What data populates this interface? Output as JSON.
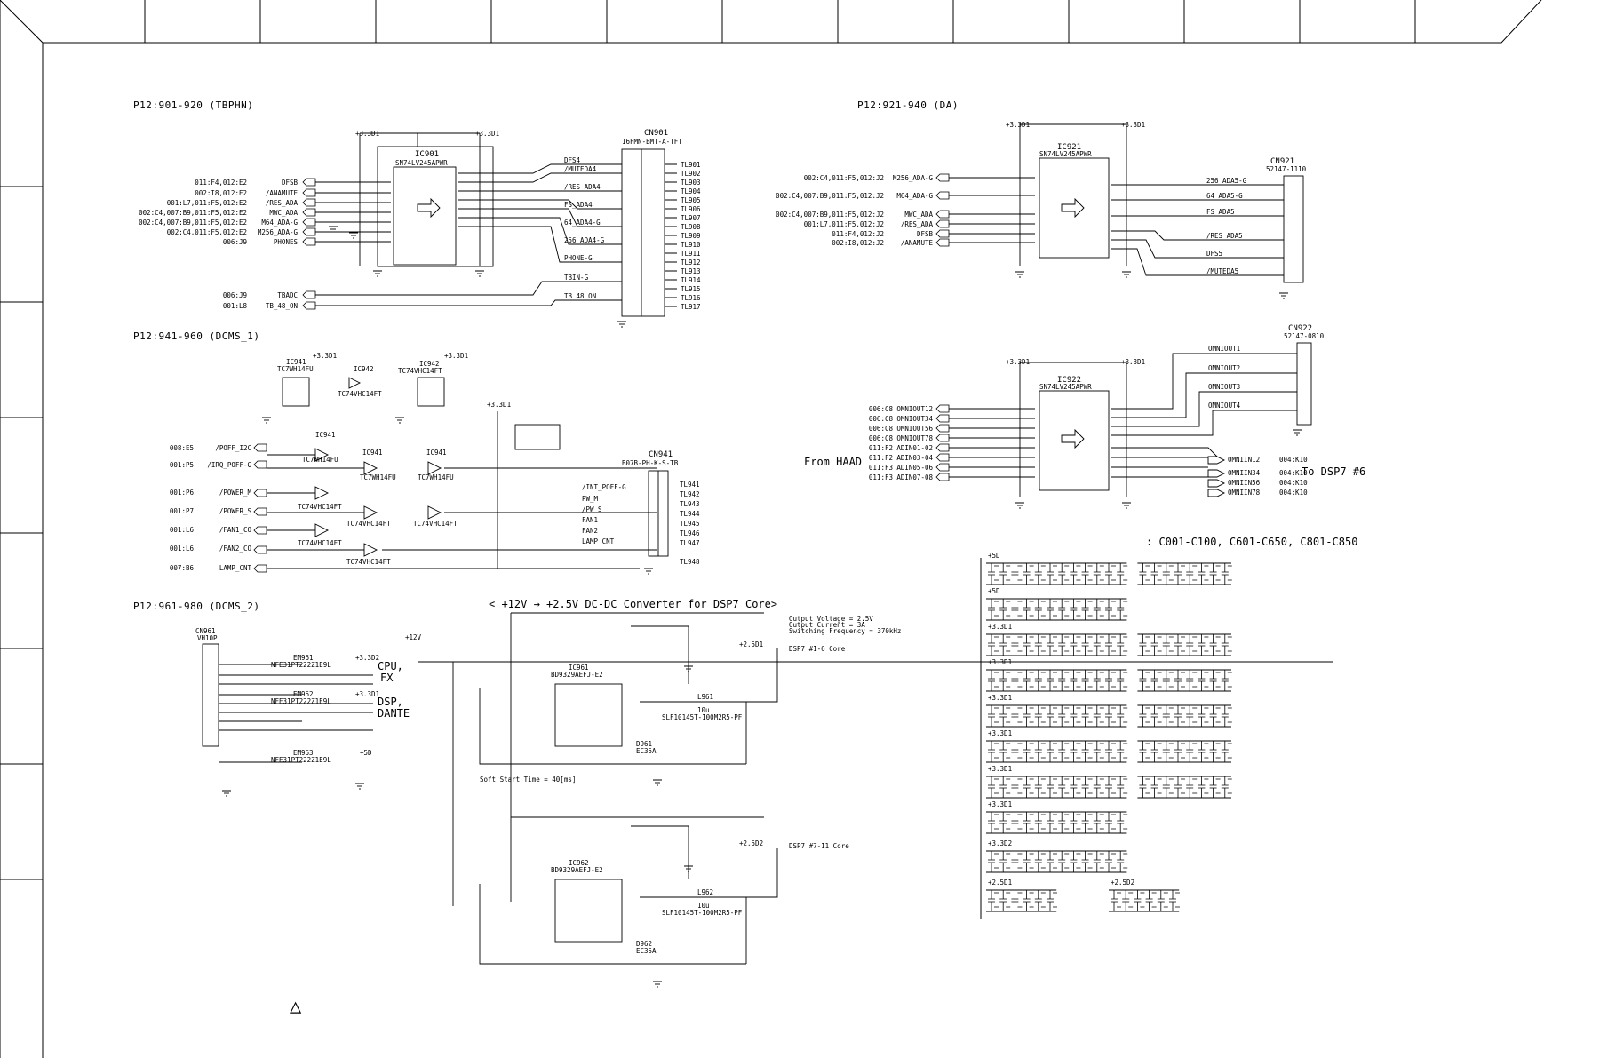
{
  "sections": {
    "s1": "P12:901-920 (TBPHN)",
    "s2": "P12:921-940 (DA)",
    "s3": "P12:941-960 (DCMS_1)",
    "s4": "P12:961-980 (DCMS_2)"
  },
  "dcdc_title": "< +12V → +2.5V DC-DC Converter for DSP7 Core>",
  "dcdc_notes": [
    "Output Voltage = 2.5V",
    "Output Current = 3A",
    "Switching Frequency = 370kHz"
  ],
  "soft_start": "Soft Start Time = 40[ms]",
  "core1": "DSP7 #1-6 Core",
  "core2": "DSP7 #7-11 Core",
  "cap_list": ": C001-C100, C601-C650, C801-C850",
  "from_haad": "From HAAD",
  "to_dsp": "To DSP7 #6",
  "cpu_fx": [
    "CPU,",
    "FX"
  ],
  "dsp_dante": [
    "DSP,",
    "DANTE"
  ],
  "ic901": {
    "ref": "IC901",
    "part": "SN74LV245APWR"
  },
  "ic921": {
    "ref": "IC921",
    "part": "SN74LV245APWR"
  },
  "ic922": {
    "ref": "IC922",
    "part": "SN74LV245APWR"
  },
  "ic961": {
    "ref": "IC961",
    "part": "BD9329AEFJ-E2"
  },
  "ic962": {
    "ref": "IC962",
    "part": "BD9329AEFJ-E2"
  },
  "cn901": {
    "ref": "CN901",
    "part": "16FMN-BMT-A-TFT"
  },
  "cn921": {
    "ref": "CN921",
    "part": "52147-1110"
  },
  "cn922": {
    "ref": "CN922",
    "part": "52147-0810"
  },
  "cn941": {
    "ref": "CN941",
    "part": "B07B-PH-K-S-TB"
  },
  "cn961": {
    "ref": "CN961",
    "part": "VH10P"
  },
  "ic901_inputs": [
    "DFSB",
    "/ANAMUTE",
    "/RES_ADA",
    "MWC_ADA",
    "M64_ADA-G",
    "M256_ADA-G",
    "PHONES"
  ],
  "ic901_sheetrefs": [
    "011:F4,012:E2",
    "002:I8,012:E2",
    "001:L7,011:F5,012:E2",
    "002:C4,007:B9,011:F5,012:E2",
    "002:C4,007:B9,011:F5,012:E2",
    "002:C4,011:F5,012:E2",
    "006:J9"
  ],
  "ic901_outputs": [
    "DFS4",
    "/MUTEDA4",
    "/RES_ADA4",
    "FS_ADA4",
    "64_ADA4-G",
    "256_ADA4-G",
    "PHONE-G"
  ],
  "cn901_extra": [
    "TBIN-G",
    "TB_48_ON"
  ],
  "tb_inputs": [
    "TBADC",
    "TB_48_ON"
  ],
  "tb_refs": [
    "006:J9",
    "001:L8"
  ],
  "tl901": [
    "TL901",
    "TL902",
    "TL903",
    "TL904",
    "TL905",
    "TL906",
    "TL907",
    "TL908",
    "TL909",
    "TL910",
    "TL911",
    "TL912",
    "TL913",
    "TL914",
    "TL915",
    "TL916",
    "TL917"
  ],
  "ic921_inputs": [
    "M256_ADA-G",
    "M64_ADA-G",
    "MWC_ADA",
    "/RES_ADA",
    "DFSB",
    "/ANAMUTE"
  ],
  "ic921_refs": [
    "002:C4,011:F5,012:J2",
    "002:C4,007:B9,011:F5,012:J2",
    "002:C4,007:B9,011:F5,012:J2",
    "001:L7,011:F5,012:J2",
    "011:F4,012:J2",
    "002:I8,012:J2"
  ],
  "ic921_outputs": [
    "256_ADA5-G",
    "64_ADA5-G",
    "FS_ADA5",
    "/RES_ADA5",
    "DFS5",
    "/MUTEDA5"
  ],
  "ic922_inputs": [
    "OMNIOUT12",
    "OMNIOUT34",
    "OMNIOUT56",
    "OMNIOUT78",
    "ADIN01-02",
    "ADIN03-04",
    "ADIN05-06",
    "ADIN07-08"
  ],
  "ic922_refs": [
    "006:C8",
    "006:C8",
    "006:C8",
    "006:C8",
    "011:F2",
    "011:F2",
    "011:F3",
    "011:F3"
  ],
  "ic922_out": [
    "OMNIOUT1",
    "OMNIOUT2",
    "OMNIOUT3",
    "OMNIOUT4"
  ],
  "ic922_in_out": [
    "OMNIIN12",
    "OMNIIN34",
    "OMNIIN56",
    "OMNIIN78"
  ],
  "ic922_in_refs": [
    "004:K10",
    "004:K10",
    "004:K10",
    "004:K10"
  ],
  "dcms_inputs": [
    "/POFF_I2C",
    "/IRQ_POFF-G",
    "/POWER_M",
    "/POWER_S",
    "/FAN1_CO",
    "/FAN2_CO",
    "LAMP_CNT"
  ],
  "dcms_refs": [
    "008:E5",
    "001:P5",
    "001:P6",
    "001:P7",
    "001:L6",
    "001:L6",
    "007:B6"
  ],
  "cn941_sig": [
    "/INT_POFF-G",
    "PW_M",
    "/PW_S",
    "FAN1",
    "FAN2",
    "LAMP_CNT"
  ],
  "tl941": [
    "TL941",
    "TL942",
    "TL943",
    "TL944",
    "TL945",
    "TL946",
    "TL947",
    "TL948"
  ],
  "gates": {
    "ic941_part": "TC7WH14FU",
    "ic942_part": "TC74VHC14FT",
    "ic941": "IC941",
    "ic942": "IC942"
  },
  "rails": {
    "v33": "+3.3D1",
    "v332": "+3.3D2",
    "v12": "+12V",
    "v25d1": "+2.5D1",
    "v25d2": "+2.5D2",
    "v5": "+5D"
  },
  "ferrites": [
    "EM961",
    "EM962",
    "EM963"
  ],
  "ferrite_part": "NFE31PT222Z1E9L",
  "inductor": {
    "l961": "L961",
    "l962": "L962",
    "value": "10u",
    "part": "SLF10145T-100M2R5-PF"
  },
  "diodes": [
    "D961",
    "D962"
  ],
  "diode_part": "EC35A",
  "cap_rows": [
    {
      "rail": "+5D",
      "groups": [
        12,
        8
      ]
    },
    {
      "rail": "+5D",
      "groups": [
        12
      ]
    },
    {
      "rail": "+3.3D1",
      "groups": [
        12,
        8
      ]
    },
    {
      "rail": "+3.3D1",
      "groups": [
        12,
        8
      ]
    },
    {
      "rail": "+3.3D1",
      "groups": [
        12,
        8
      ]
    },
    {
      "rail": "+3.3D1",
      "groups": [
        12,
        8
      ]
    },
    {
      "rail": "+3.3D1",
      "groups": [
        12,
        8
      ]
    },
    {
      "rail": "+3.3D1",
      "groups": [
        12
      ]
    },
    {
      "rail": "+3.3D2",
      "groups": [
        12
      ]
    },
    {
      "rail": "+2.5D1",
      "groups": [
        6
      ],
      "rail2": "+2.5D2",
      "groups2": [
        6
      ]
    }
  ]
}
